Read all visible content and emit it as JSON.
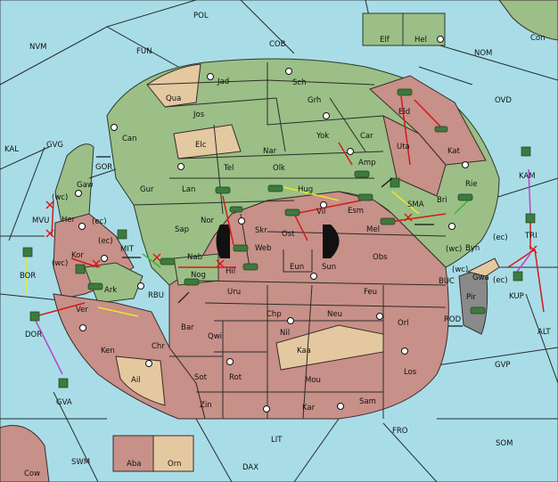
{
  "map": {
    "sea_labels": [
      "POL",
      "NVM",
      "FUN",
      "COB",
      "NOM",
      "Con",
      "OVD",
      "KAL",
      "GVG",
      "GOR",
      "MIT",
      "RBU",
      "BUC",
      "ROD",
      "GVP",
      "ALT",
      "FRO",
      "SOM",
      "SWM",
      "LIT",
      "DAX",
      "Cow",
      "GVA",
      "Elf",
      "Hel"
    ],
    "land_labels": {
      "green": [
        "Jad",
        "Sch",
        "Qua",
        "Jos",
        "Grh",
        "Can",
        "Elc",
        "Nar",
        "Yok",
        "Car",
        "Amp",
        "Tel",
        "Olk",
        "Gaw",
        "Gur",
        "Lan",
        "Hug",
        "Kat",
        "Rie",
        "Bri",
        "Esm",
        "Her",
        "Sap",
        "Nor",
        "Vil",
        "Byn",
        "Nab",
        "Nog",
        "Ark",
        "Elf",
        "Hel",
        "Mel"
      ],
      "red": [
        "Eld",
        "Uta",
        "Kor",
        "Ver",
        "Ken",
        "Chr",
        "Skr",
        "Web",
        "Ost",
        "Eun",
        "Sun",
        "Obs",
        "Hil",
        "Uru",
        "Feu",
        "Chp",
        "Neu",
        "Orl",
        "Bar",
        "Qwi",
        "Nil",
        "Kaa",
        "Sot",
        "Rot",
        "Los",
        "Mou",
        "Ail",
        "Zin",
        "Kar",
        "Sam",
        "Aba",
        "Orn",
        "Gwa",
        "Pir"
      ],
      "extra": [
        "SMA",
        "MVU",
        "BOR",
        "DOR",
        "KAM",
        "TRI",
        "KUP"
      ]
    },
    "coast_tags": [
      "(wc)",
      "(ec)",
      "(wc)",
      "(ec)",
      "(wc)",
      "(ec)",
      "(wc)",
      "(ec)"
    ],
    "arrow_colors": {
      "move": "#d41a1a",
      "support": "#e8e82a",
      "convoy": "#c43fc4",
      "hold": "#33bb33"
    }
  }
}
